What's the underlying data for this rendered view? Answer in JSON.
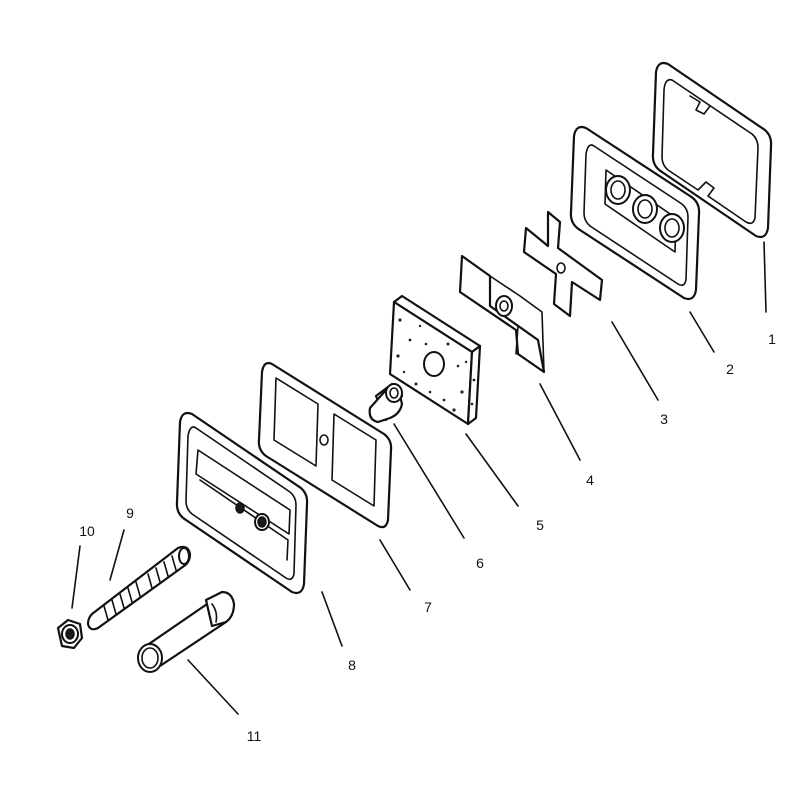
{
  "callouts": [
    {
      "id": "1",
      "label": "1"
    },
    {
      "id": "2",
      "label": "2"
    },
    {
      "id": "3",
      "label": "3"
    },
    {
      "id": "4",
      "label": "4"
    },
    {
      "id": "5",
      "label": "5"
    },
    {
      "id": "6",
      "label": "6"
    },
    {
      "id": "7",
      "label": "7"
    },
    {
      "id": "8",
      "label": "8"
    },
    {
      "id": "9",
      "label": "9"
    },
    {
      "id": "10",
      "label": "10"
    },
    {
      "id": "11",
      "label": "11"
    }
  ],
  "colors": {
    "line": "#111111",
    "background": "#ffffff"
  }
}
